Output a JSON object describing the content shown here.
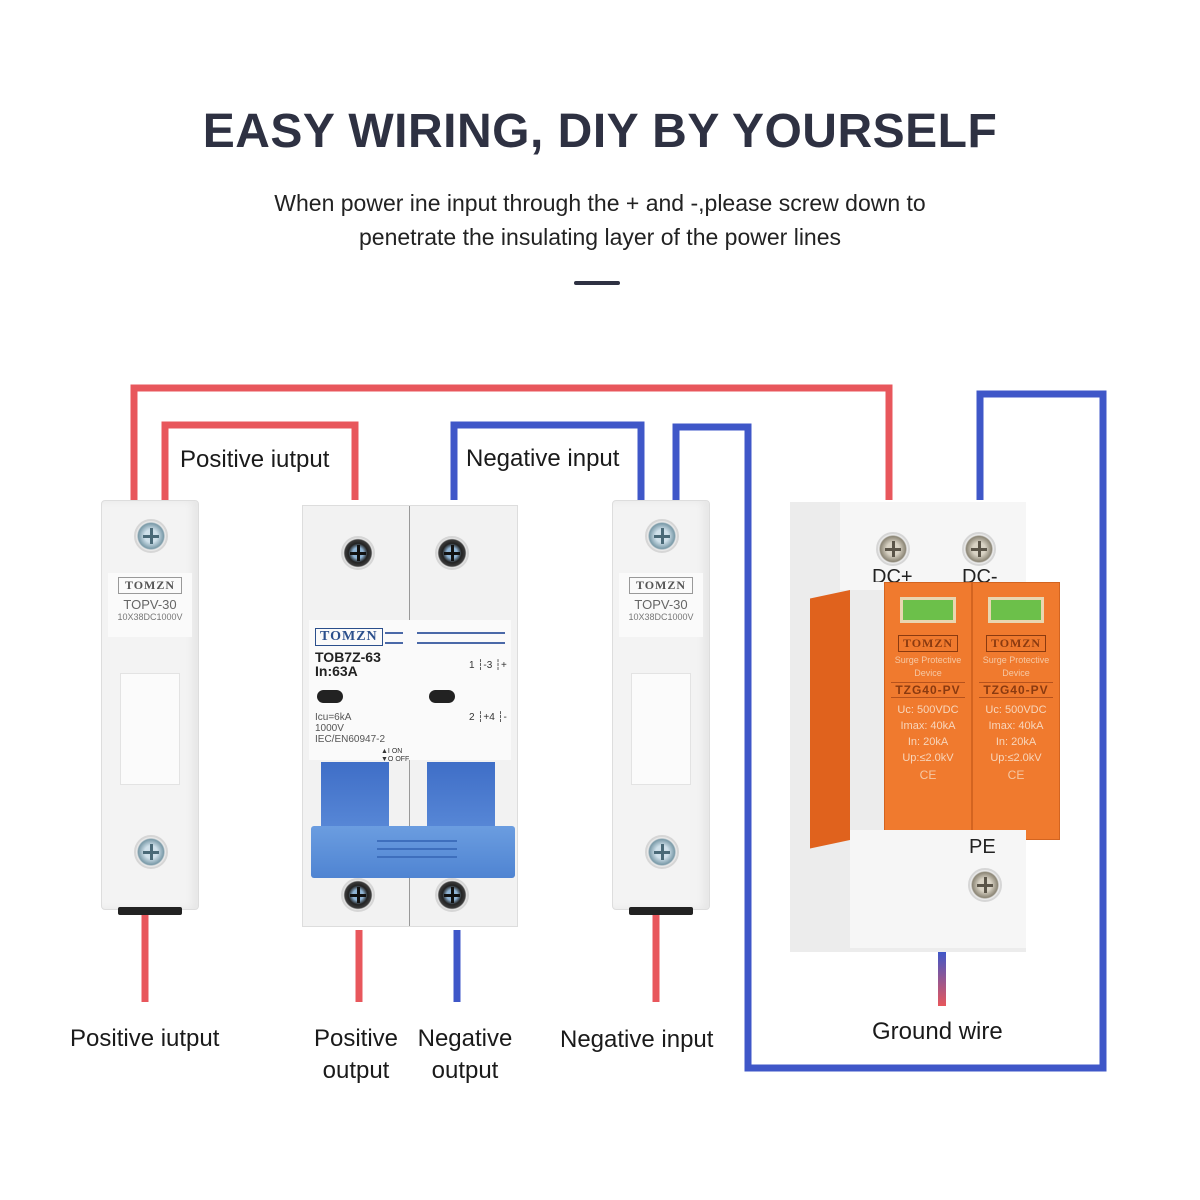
{
  "header": {
    "title": "EASY WIRING, DIY BY YOURSELF",
    "subtitle_line1": "When power ine input through the + and -,please screw down to",
    "subtitle_line2": "penetrate the insulating layer of the power lines"
  },
  "colors": {
    "positive_wire": "#e8575c",
    "negative_wire": "#3f57c8",
    "title": "#2e3142",
    "spd_orange": "#f07a2e"
  },
  "top_labels": {
    "positive": "Positive iutput",
    "negative": "Negative input"
  },
  "bottom_labels": {
    "left": "Positive iutput",
    "positive_output_1": "Positive",
    "positive_output_2": "output",
    "negative_output_1": "Negative",
    "negative_output_2": "output",
    "negative_input": "Negative input",
    "ground": "Ground wire"
  },
  "fuse_holders": [
    {
      "brand": "TOMZN",
      "model": "TOPV-30",
      "spec": "10X38DC1000V"
    },
    {
      "brand": "TOMZN",
      "model": "TOPV-30",
      "spec": "10X38DC1000V"
    }
  ],
  "breaker": {
    "brand": "TOMZN",
    "model": "TOB7Z-63",
    "rating": "In:63A",
    "icu": "Icu=6kA",
    "voltage": "1000V",
    "standard": "IEC/EN60947-2",
    "on": "▲I ON",
    "off": "▼O OFF",
    "diagram_top": "1 ┆-3 ┆+",
    "diagram_bottom": "2 ┆+4 ┆-"
  },
  "spd": {
    "terminal_pos": "DC+",
    "terminal_neg": "DC-",
    "terminal_pe": "PE",
    "modules": [
      {
        "brand": "TOMZN",
        "desc1": "Surge Protective",
        "desc2": "Device",
        "model": "TZG40-PV",
        "uc": "Uc: 500VDC",
        "imax": "Imax: 40kA",
        "in": "In:    20kA",
        "up": "Up:≤2.0kV",
        "mark": "CE"
      },
      {
        "brand": "TOMZN",
        "desc1": "Surge Protective",
        "desc2": "Device",
        "model": "TZG40-PV",
        "uc": "Uc: 500VDC",
        "imax": "Imax: 40kA",
        "in": "In:    20kA",
        "up": "Up:≤2.0kV",
        "mark": "CE"
      }
    ]
  }
}
